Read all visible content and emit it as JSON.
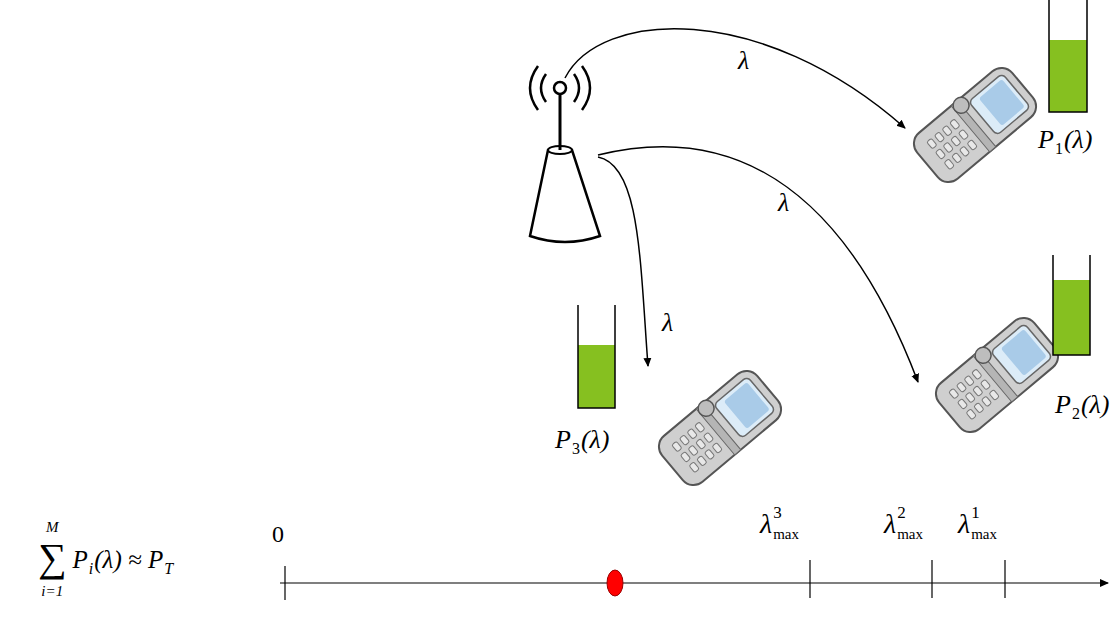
{
  "diagram": {
    "labels": [
      "λ",
      "λ",
      "λ",
      "P",
      "1",
      "(λ)",
      "P",
      "2",
      "(λ)",
      "P",
      "3",
      "(λ)",
      "∑",
      "M",
      "i=1",
      "P",
      "i",
      "(λ) ≈ P",
      "T",
      "0",
      "λ",
      "3",
      "max",
      "λ",
      "2",
      "max",
      "λ",
      "1",
      "max"
    ]
  }
}
